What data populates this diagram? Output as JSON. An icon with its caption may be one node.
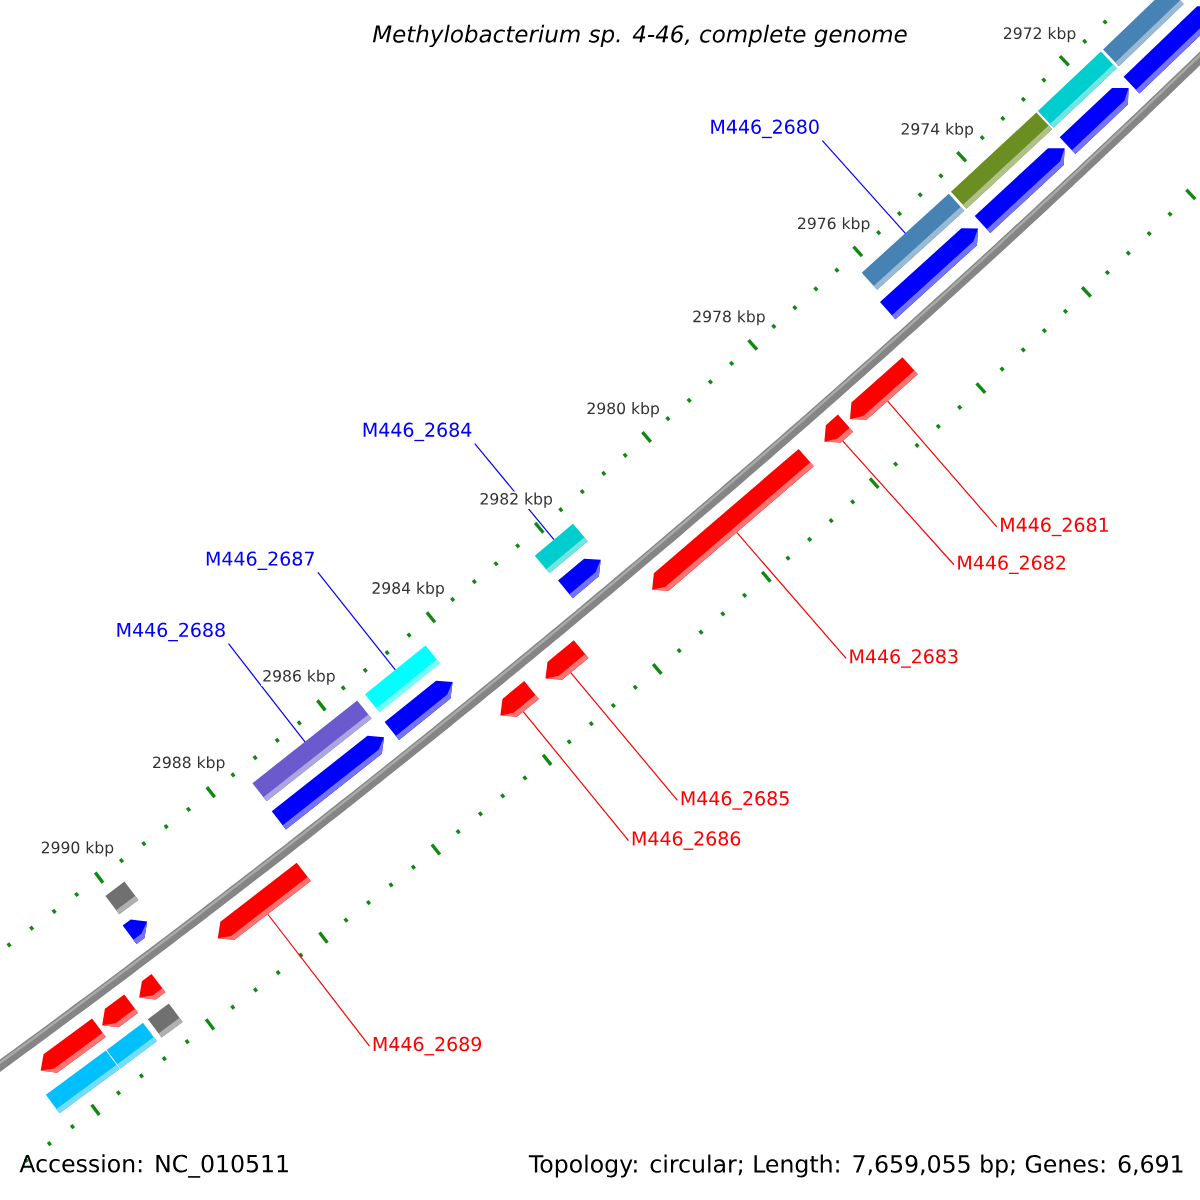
{
  "diagram": {
    "title": "Methylobacterium sp. 4-46, complete genome",
    "nodes": [
      {
        "text": [],
        "shape": "bar"
      },
      {
        "text": [],
        "shape": "pentagon"
      },
      {
        "text": [],
        "shape": "bar"
      },
      {
        "text": [],
        "shape": "pentagon"
      },
      {
        "text": [
          "M446_2680"
        ]
      },
      {
        "text": [],
        "shape": "bar"
      },
      {
        "text": [],
        "shape": "pentagon"
      },
      {
        "text": [],
        "shape": "bar"
      },
      {
        "text": [],
        "shape": "pentagon"
      },
      {
        "text": [],
        "shape": "pentagon"
      },
      {
        "text": [],
        "shape": "pentagon"
      },
      {
        "text": [
          "M446_2684"
        ]
      },
      {
        "text": [],
        "shape": "bar"
      },
      {
        "text": [],
        "shape": "pentagon"
      },
      {
        "text": [
          "M446_2681"
        ]
      },
      {
        "text": [
          "M446_2687"
        ]
      },
      {
        "text": [
          "M446_2682"
        ]
      },
      {
        "text": [],
        "shape": "pentagon"
      },
      {
        "text": [
          "M446_2688"
        ]
      },
      {
        "text": [],
        "shape": "bar"
      },
      {
        "text": [],
        "shape": "pentagon"
      },
      {
        "text": [
          "M446_2683"
        ]
      },
      {
        "text": [],
        "shape": "pentagon"
      },
      {
        "text": [],
        "shape": "pentagon"
      },
      {
        "text": [],
        "shape": "bar"
      },
      {
        "text": [],
        "shape": "pentagon"
      },
      {
        "text": [
          "M446_2685"
        ]
      },
      {
        "text": [
          "M446_2686"
        ]
      },
      {
        "text": [],
        "shape": "pentagon"
      },
      {
        "text": [],
        "shape": "bar"
      },
      {
        "text": [],
        "shape": "pentagon"
      },
      {
        "text": [],
        "shape": "pentagon"
      },
      {
        "text": [],
        "shape": "pentagon"
      },
      {
        "text": [],
        "shape": "bar"
      },
      {
        "text": [],
        "shape": "pentagon"
      },
      {
        "text": [
          "M446_2689"
        ]
      },
      {
        "text": [],
        "shape": "bar"
      },
      {
        "text": [],
        "shape": "bar"
      }
    ],
    "edges": [
      {
        "from": 4,
        "to": 7,
        "arrow": "none",
        "color": "#0000ff"
      },
      {
        "from": 11,
        "to": 12,
        "arrow": "none",
        "color": "#0000ff"
      },
      {
        "from": 14,
        "to": 9,
        "arrow": "none"
      },
      {
        "from": 15,
        "to": 19,
        "arrow": "none",
        "color": "#0000ff"
      },
      {
        "from": 16,
        "to": 10,
        "arrow": "none"
      },
      {
        "from": 18,
        "to": 24,
        "arrow": "none",
        "color": "#0000ff"
      },
      {
        "from": 21,
        "to": 17,
        "arrow": "none"
      },
      {
        "from": 26,
        "to": 22,
        "arrow": "none"
      },
      {
        "from": 27,
        "to": 23,
        "arrow": "none"
      },
      {
        "from": 35,
        "to": 28,
        "arrow": "none"
      }
    ],
    "labels": [
      "2972 kbp",
      "2974 kbp",
      "2976 kbp",
      "2978 kbp",
      "2980 kbp",
      "2982 kbp",
      "2984 kbp",
      "2986 kbp",
      "2988 kbp",
      "2990 kbp",
      "Accession: NC_010511",
      "Topology: circular; Length: 7,659,055 bp; Genes: 6,691"
    ]
  }
}
